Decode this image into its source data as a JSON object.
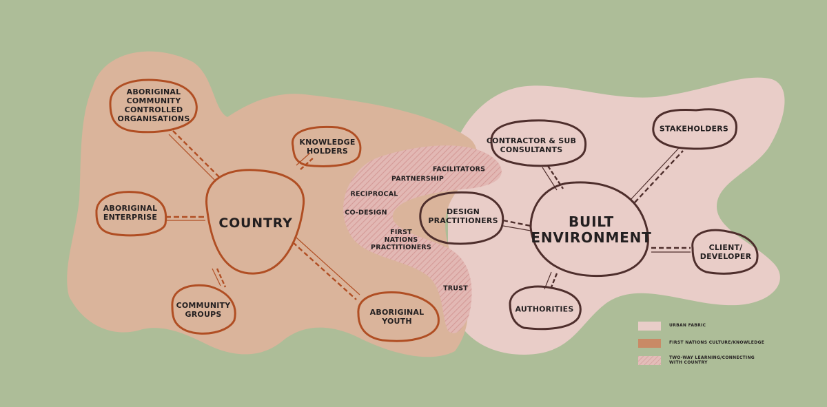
{
  "colors": {
    "background": "#adbd98",
    "first_nations_fill": "#dab49b",
    "urban_fabric_fill": "#e9cdc8",
    "two_way_hatch": "#d8a4a1",
    "country_stroke": "#b04e23",
    "built_stroke": "#4e2e2c",
    "text": "#231f20"
  },
  "country": {
    "hub": "COUNTRY",
    "nodes": [
      {
        "id": "accos",
        "label": "ABORIGINAL\nCOMMUNITY\nCONTROLLED\nORGANISATIONS"
      },
      {
        "id": "knowledge-holders",
        "label": "KNOWLEDGE\nHOLDERS"
      },
      {
        "id": "aboriginal-enterprise",
        "label": "ABORIGINAL\nENTERPRISE"
      },
      {
        "id": "community-groups",
        "label": "COMMUNITY\nGROUPS"
      },
      {
        "id": "aboriginal-youth",
        "label": "ABORIGINAL\nYOUTH"
      }
    ]
  },
  "built_environment": {
    "hub": "BUILT\nENVIRONMENT",
    "nodes": [
      {
        "id": "contractor",
        "label": "CONTRACTOR & SUB\nCONSULTANTS"
      },
      {
        "id": "stakeholders",
        "label": "STAKEHOLDERS"
      },
      {
        "id": "design-practitioners",
        "label": "DESIGN\nPRACTITIONERS"
      },
      {
        "id": "client-developer",
        "label": "CLIENT/\nDEVELOPER"
      },
      {
        "id": "authorities",
        "label": "AUTHORITIES"
      }
    ]
  },
  "two_way_concepts": [
    "FACILITATORS",
    "PARTNERSHIP",
    "RECIPROCAL",
    "CO-DESIGN",
    "FIRST\nNATIONS\nPRACTITIONERS",
    "TRUST"
  ],
  "legend": [
    {
      "label": "URBAN FABRIC",
      "color": "#e9cdc8",
      "pattern": "solid"
    },
    {
      "label": "FIRST NATIONS CULTURE/KNOWLEDGE",
      "color": "#c98a66",
      "pattern": "solid"
    },
    {
      "label": "TWO-WAY LEARNING/CONNECTING\nWITH COUNTRY",
      "color": "#e2b8b4",
      "pattern": "hatched"
    }
  ]
}
